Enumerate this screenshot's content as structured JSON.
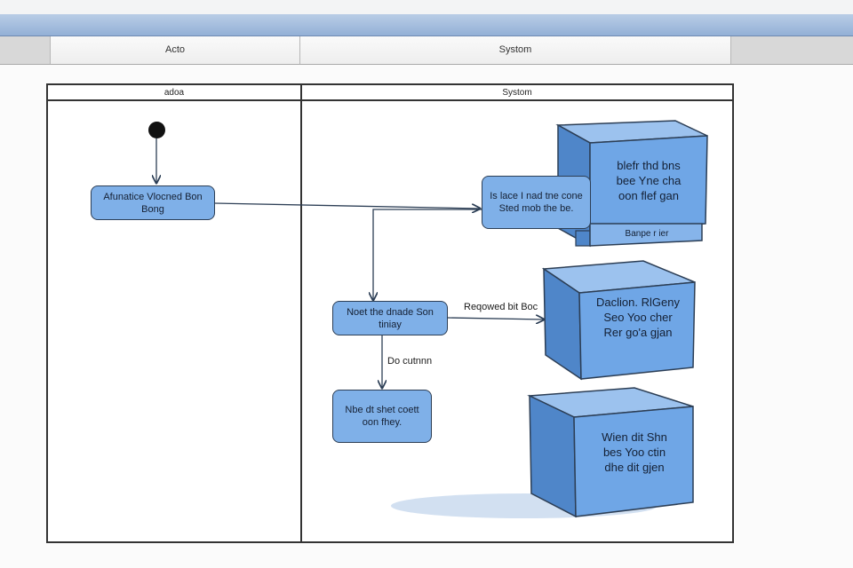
{
  "window": {
    "column_headers": [
      "Acto",
      "Systom"
    ]
  },
  "diagram": {
    "lanes": [
      "adoa",
      "Systom"
    ],
    "nodes": {
      "actor_action": "Afunatice Vlocned Bon Bong",
      "system_request": "Is lace I nad tne cone Sted mob the be.",
      "decision": "Noet the dnade Son tiniay",
      "result": "Nbe dt shet coett oon fhey."
    },
    "edge_labels": {
      "to_box": "Reqowed bit Boc",
      "down": "Do cutnnn"
    },
    "boxes": [
      {
        "text": [
          "blefr thd bns",
          "bee Yne cha",
          "oon flef gan"
        ],
        "caption": "Banpe r ier"
      },
      {
        "text": [
          "Daclion. RlGeny",
          "Seo Yoo cher",
          "Rer go'a gjan"
        ],
        "caption": ""
      },
      {
        "text": [
          "Wien dit Shn",
          "bes Yoo ctin",
          "dhe dit gjen"
        ],
        "caption": ""
      }
    ]
  },
  "colors": {
    "node_fill": "#7fb0e8",
    "box_front": "#6fa6e6",
    "box_top": "#9cc2ee",
    "box_side": "#4f86c9",
    "stroke": "#2c3e55"
  }
}
